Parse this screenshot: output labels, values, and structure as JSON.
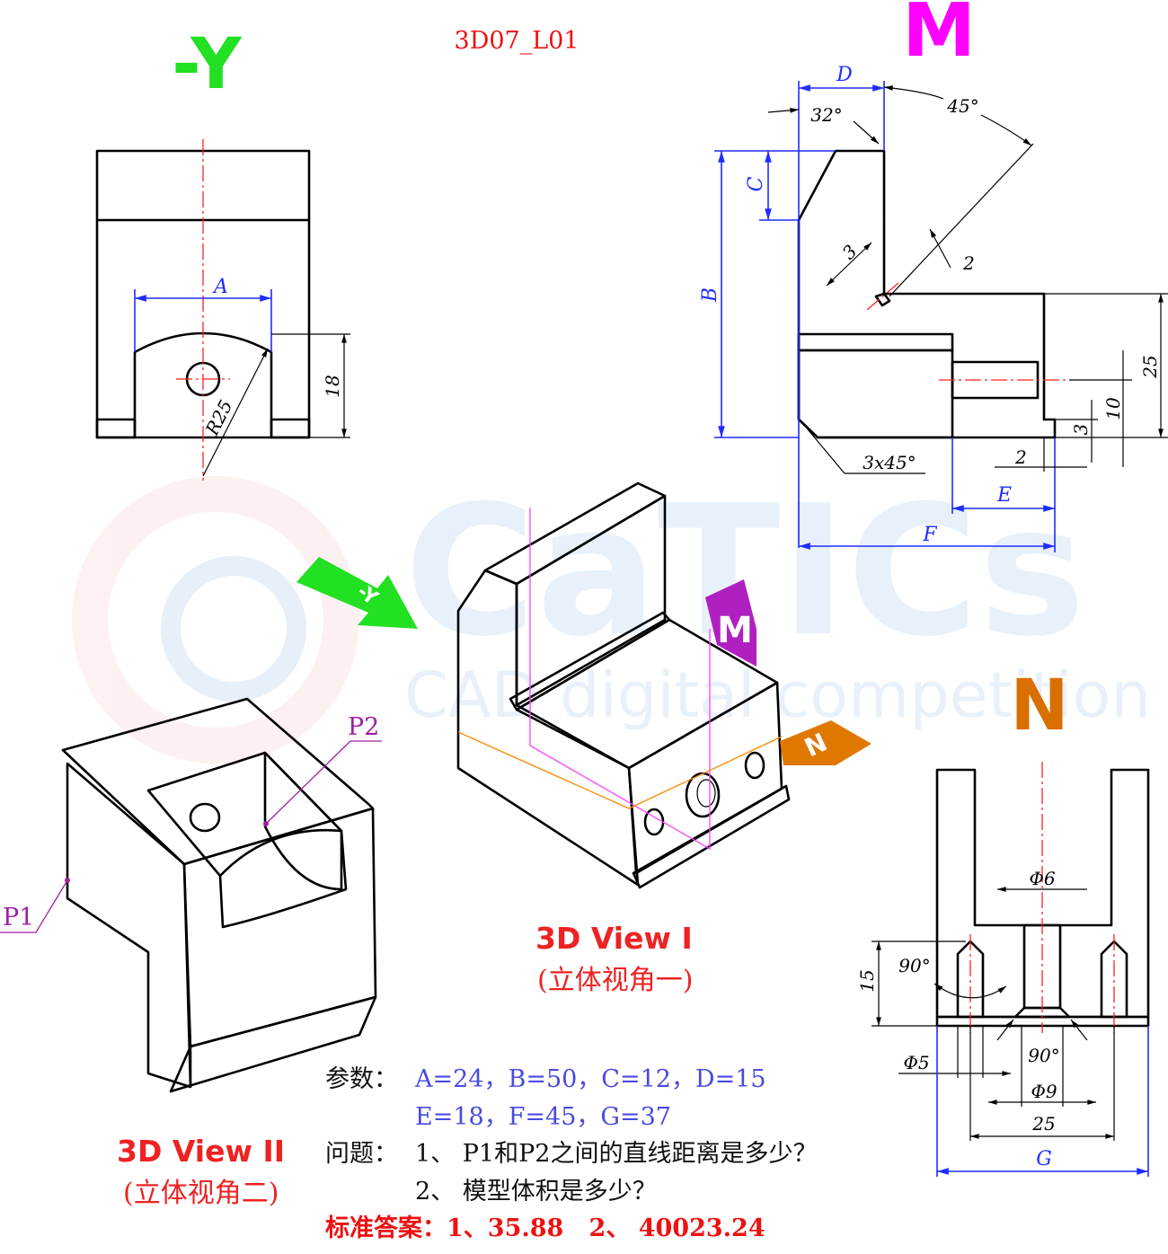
{
  "code": "3D07_L01",
  "view_labels": {
    "y": "-Y",
    "m": "M",
    "n": "N"
  },
  "markers": {
    "arrow_y": "-Y",
    "tag_m": "M",
    "tag_n": "N",
    "p1": "P1",
    "p2": "P2"
  },
  "view_y_dims": {
    "a": "A",
    "d18": "18",
    "r25": "R25"
  },
  "view_m_dims": {
    "d": "D",
    "c": "C",
    "b": "B",
    "e": "E",
    "f": "F",
    "a32": "32°",
    "a45": "45°",
    "d3": "3",
    "d2": "2",
    "d25": "25",
    "d10": "10",
    "d3b": "3",
    "d2b": "2",
    "chamfer": "3x45°"
  },
  "view_n_dims": {
    "phi6": "Φ6",
    "a90": "90°",
    "d15": "15",
    "phi5": "Φ5",
    "a90b": "90°",
    "phi9": "Φ9",
    "d25": "25",
    "g": "G"
  },
  "captions": {
    "view1": "3D View I",
    "view1_cn": "(立体视角一)",
    "view2": "3D View II",
    "view2_cn": "(立体视角二)"
  },
  "text": {
    "params_label": "参数：",
    "params_line1": "A=24，B=50，C=12，D=15",
    "params_line2": "E=18，F=45，G=37",
    "q_label": "问题：",
    "q1": "1、 P1和P2之间的直线距离是多少？",
    "q2": "2、 模型体积是多少？",
    "answer": "标准答案：1、35.88   2、 40023.24"
  },
  "watermark": {
    "brand": "CaTICs",
    "tagline": "CAD digital competition"
  },
  "colors": {
    "part": "#ffffa0",
    "part_dark": "#aebd5a",
    "dim": "#1f2cff",
    "y_label": "#22e022",
    "m_label": "#ff00ff",
    "n_label": "#d96f00",
    "answer": "#ee1111"
  }
}
